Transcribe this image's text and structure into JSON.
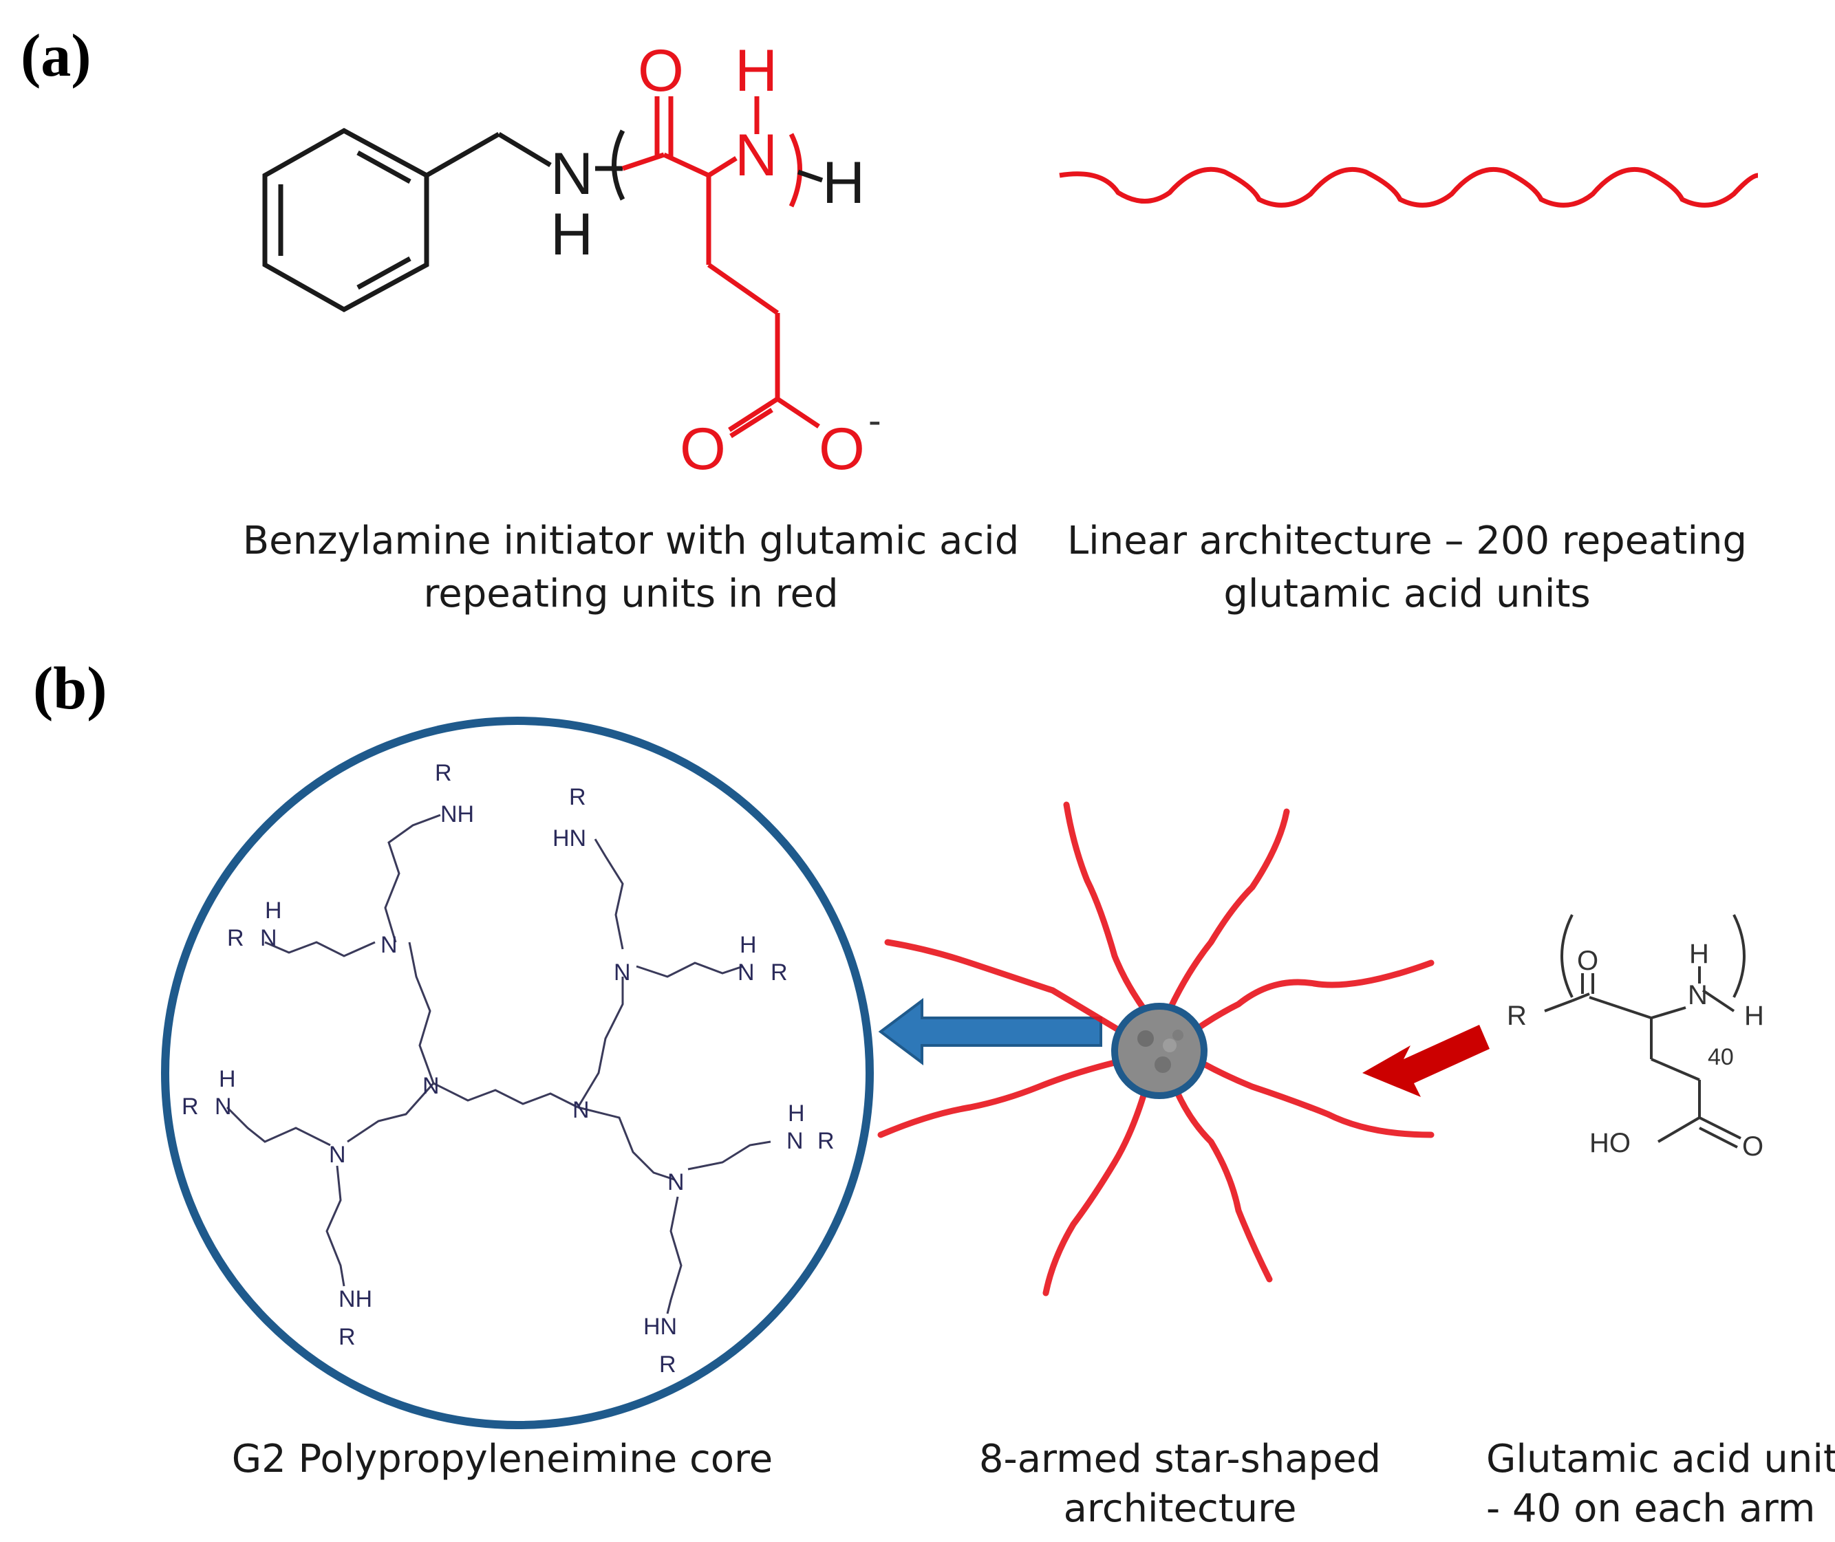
{
  "panel_a": {
    "label": "(a)",
    "caption_left": [
      "Benzylamine initiator with glutamic acid",
      "repeating units in red"
    ],
    "caption_right": [
      "Linear architecture – 200 repeating",
      "glutamic acid units"
    ],
    "atoms": {
      "N": "N",
      "H": "H",
      "O": "O",
      "O_minus": "O",
      "minus": "-"
    }
  },
  "panel_b": {
    "label": "(b)",
    "caption_core": "G2 Polypropyleneimine core",
    "caption_star": [
      "8-armed star-shaped",
      "architecture"
    ],
    "caption_units": [
      "Glutamic acid units",
      "- 40 on each arm"
    ],
    "subscript": "40",
    "atoms": {
      "R": "R",
      "N": "N",
      "NH": "NH",
      "HN": "HN",
      "H": "H",
      "O": "O",
      "HO": "HO"
    }
  },
  "colors": {
    "red": "#e8141c",
    "blue_ring": "#1f5a8c",
    "arrow_blue": "#2e78b8",
    "arrow_red": "#cc0000",
    "black": "#1a1a1a"
  }
}
